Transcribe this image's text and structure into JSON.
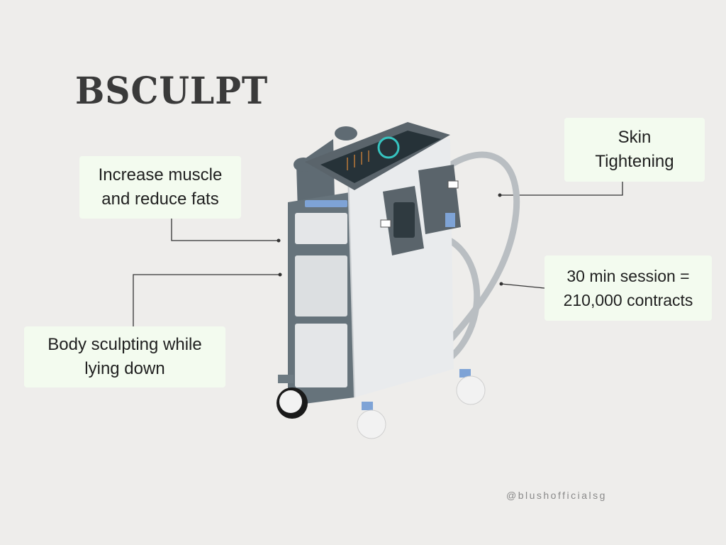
{
  "title": "BSCULPT",
  "callouts": {
    "muscle": {
      "line1": "Increase muscle",
      "line2": "and reduce fats"
    },
    "skin": {
      "line1": "Skin",
      "line2": "Tightening"
    },
    "session": {
      "line1": "30 min session =",
      "line2": "210,000 contracts"
    },
    "body": {
      "line1": "Body sculpting while",
      "line2": "lying down"
    }
  },
  "handle": "@blushofficialsg",
  "colors": {
    "background": "#eeedeb",
    "callout_bg": "#f3fbef",
    "title": "#3a3a3a",
    "machine_frame": "#5f6b73",
    "machine_body": "#e9ebed",
    "accent_blue": "#7ea3d6"
  }
}
